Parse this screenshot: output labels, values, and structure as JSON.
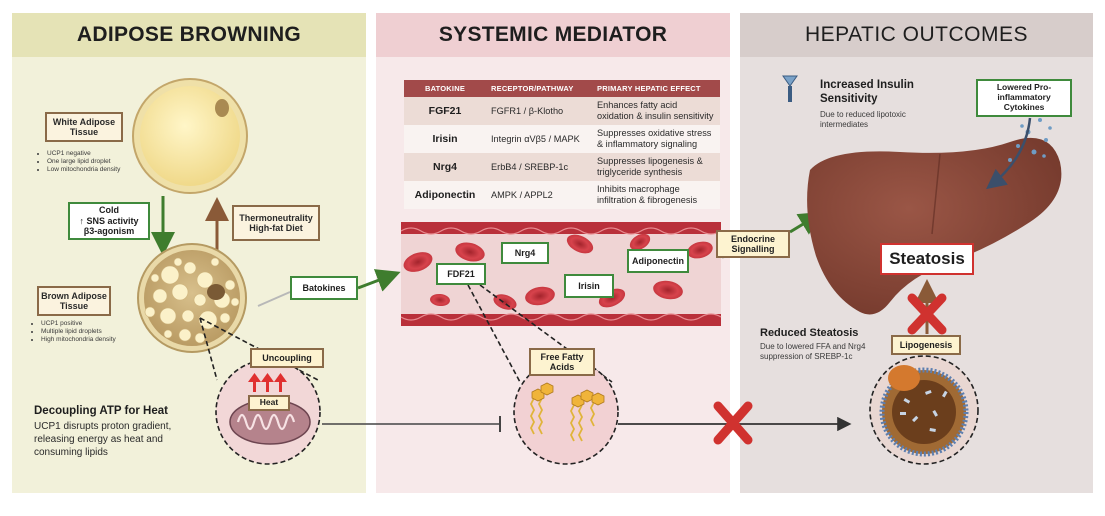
{
  "panels": {
    "adipose": {
      "title": "ADIPOSE BROWNING"
    },
    "systemic": {
      "title": "SYSTEMIC MEDIATOR"
    },
    "hepatic": {
      "title": "HEPATIC OUTCOMES"
    }
  },
  "adipose": {
    "white_label": "White Adipose Tissue",
    "white_notes": [
      "UCP1 negative",
      "One large lipid droplet",
      "Low mitochondria density"
    ],
    "cold_label": "Cold\n↑ SNS activity\nβ3-agonism",
    "thermo_label": "Thermoneutrality\nHigh-fat Diet",
    "brown_label": "Brown Adipose Tissue",
    "brown_notes": [
      "UCP1 positive",
      "Multiple lipid droplets",
      "High mitochondria density"
    ],
    "uncoupling_label": "Uncoupling",
    "heat_label": "Heat",
    "decoupling_title": "Decoupling ATP for Heat",
    "decoupling_text": "UCP1 disrupts proton gradient, releasing energy as heat and consuming lipids",
    "batokines_label": "Batokines"
  },
  "table": {
    "headers": [
      "BATOKINE",
      "RECEPTOR/PATHWAY",
      "PRIMARY HEPATIC EFFECT"
    ],
    "rows": [
      {
        "name": "FGF21",
        "pathway": "FGFR1 / β-Klotho",
        "effect": "Enhances fatty acid oxidation & insulin sensitivity"
      },
      {
        "name": "Irisin",
        "pathway": "Integrin αVβ5 / MAPK",
        "effect": "Suppresses oxidative stress & inflammatory signaling"
      },
      {
        "name": "Nrg4",
        "pathway": "ErbB4 / SREBP-1c",
        "effect": "Suppresses lipogenesis & triglyceride synthesis"
      },
      {
        "name": "Adiponectin",
        "pathway": "AMPK / APPL2",
        "effect": "Inhibits macrophage infiltration & fibrogenesis"
      }
    ]
  },
  "vessel": {
    "fdf21": "FDF21",
    "nrg4": "Nrg4",
    "irisin": "Irisin",
    "adiponectin": "Adiponectin",
    "endocrine": "Endocrine Signalling",
    "ffa": "Free Fatty Acids"
  },
  "hepatic": {
    "insulin_title": "Increased Insulin Sensitivity",
    "insulin_sub": "Due to reduced lipotoxic intermediates",
    "cytokines": "Lowered Pro-inflammatory Cytokines",
    "steatosis": "Steatosis",
    "reduced_title": "Reduced Steatosis",
    "reduced_sub": "Due to lowered FFA and Nrg4 suppression of SREBP-1c",
    "lipogenesis": "Lipogenesis"
  },
  "colors": {
    "liver": "#8c4b3c",
    "vessel": "#b9303a",
    "green_arrow": "#3f7d2e",
    "brown_arrow": "#8a5a38",
    "cross": "#d0322f"
  }
}
